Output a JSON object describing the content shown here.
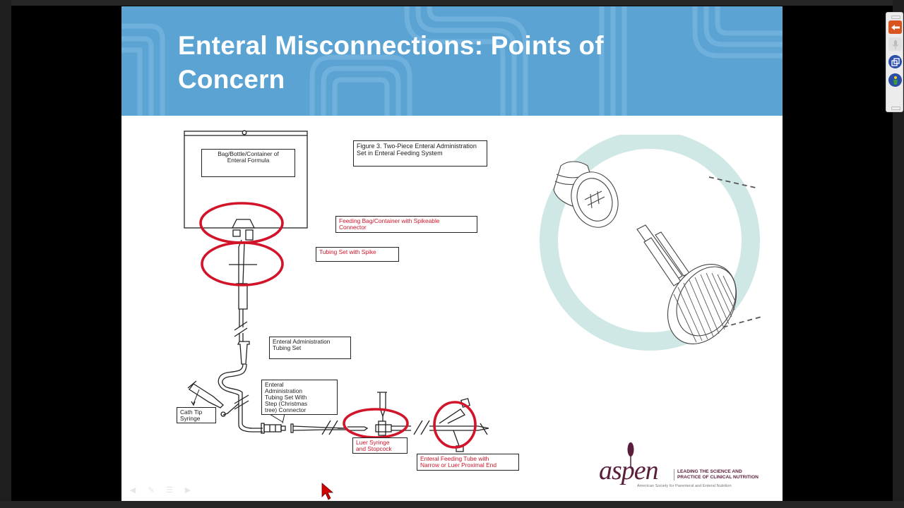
{
  "slide": {
    "title_line1": "Enteral Misconnections: Points of",
    "title_line2": "Concern",
    "colors": {
      "title_bar": "#5ba3d3",
      "highlight_circle": "#d2142a",
      "connector_ring": "#cfe8e6",
      "logo": "#5a1e3c"
    }
  },
  "diagram": {
    "figure_caption": "Figure 3. Two-Piece Enteral Administration Set in Enteral Feeding System",
    "labels": {
      "container_l1": "Bag/Bottle/Container of",
      "container_l2": "Enteral Formula",
      "feeding_bag_l1": "Feeding Bag/Container with Spikeable",
      "feeding_bag_l2": "Connector",
      "tubing_spike": "Tubing Set with Spike",
      "admin_tubing_l1": "Enteral Administration",
      "admin_tubing_l2": "Tubing Set",
      "step_l1": "Enteral",
      "step_l2": "Administration",
      "step_l3": "Tubing Set With",
      "step_l4": "Step  (Christmas",
      "step_l5": "tree) Connector",
      "cath_l1": "Cath Tip",
      "cath_l2": "Syringe",
      "luer_l1": "Luer Syringe",
      "luer_l2": "and Stopcock",
      "feeding_tube_l1": "Enteral Feeding Tube with",
      "feeding_tube_l2": "Narrow or Luer Proximal End"
    }
  },
  "logo": {
    "wordmark": "aspen",
    "tagline_l1": "LEADING THE SCIENCE AND",
    "tagline_l2": "PRACTICE OF CLINICAL NUTRITION",
    "subtitle": "American Society for Parenteral and Enteral Nutrition"
  },
  "slide_nav": {
    "icons": [
      "prev-arrow-icon",
      "pen-icon",
      "menu-icon",
      "next-arrow-icon"
    ]
  },
  "side_toolbar": {
    "buttons": [
      "exit-icon",
      "microphone-icon",
      "windows-icon",
      "accessibility-icon"
    ],
    "colors": {
      "exit": "#d9541e",
      "windows": "#2b4fa8",
      "accessibility": "#2b4fa8"
    }
  }
}
